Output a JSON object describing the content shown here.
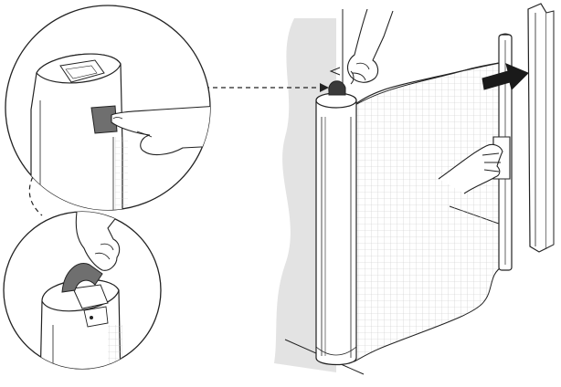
{
  "figure": {
    "panels": [
      {
        "id": "detail-press-button",
        "depicts": "finger-pressing-release-button"
      },
      {
        "id": "detail-pull-handle",
        "depicts": "hand-pulling-release-tab"
      },
      {
        "id": "main-gate",
        "depicts": "retractable-mesh-gate-being-extended"
      }
    ],
    "arrow": {
      "icon": "bold-right-arrow-icon",
      "meaning": "pull-direction"
    },
    "colors": {
      "stroke": "#222222",
      "wall_shadow": "#e3e3e3",
      "arrow_fill": "#1a1a1a",
      "mesh_line": "#c8c8c8",
      "button_fill": "#6f6f6f",
      "panel_fill": "#ffffff"
    }
  }
}
